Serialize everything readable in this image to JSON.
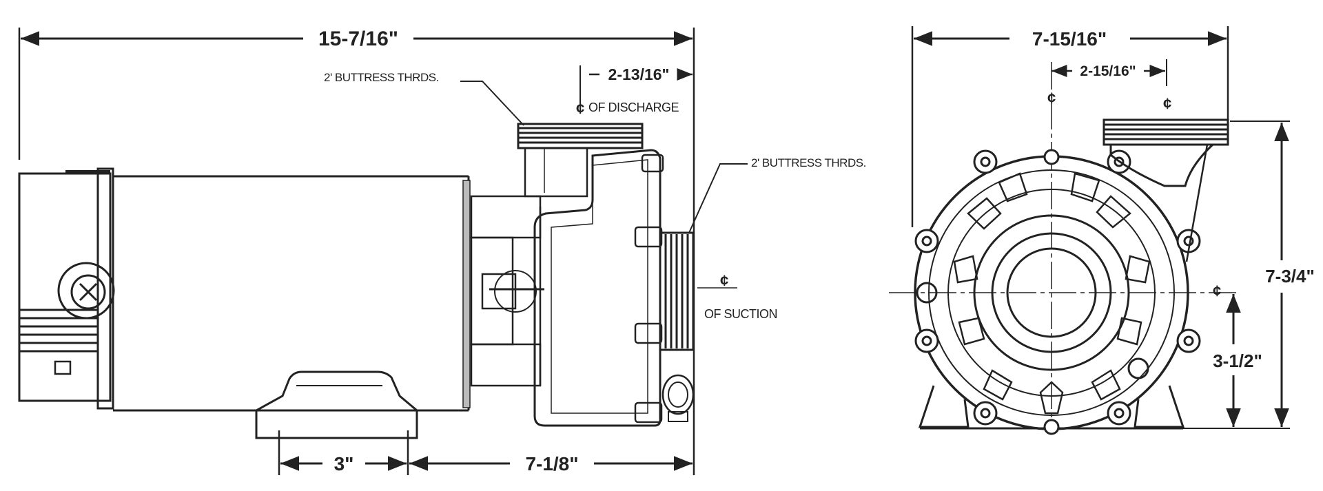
{
  "side_view": {
    "overall_length": "15-7/16\"",
    "discharge_offset": "2-13/16\"",
    "discharge_note": "2' BUTTRESS THRDS.",
    "discharge_centerline": "OF DISCHARGE",
    "suction_note": "2' BUTTRESS THRDS.",
    "suction_centerline": "OF SUCTION",
    "centerline_symbol": "¢",
    "foot_width": "3\"",
    "foot_to_suction": "7-1/8\""
  },
  "front_view": {
    "overall_width": "7-15/16\"",
    "discharge_offset": "2-15/16\"",
    "overall_height": "7-3/4\"",
    "shaft_height": "3-1/2\"",
    "centerline_symbol": "¢"
  },
  "colors": {
    "ink": "#222222",
    "background": "#ffffff"
  }
}
